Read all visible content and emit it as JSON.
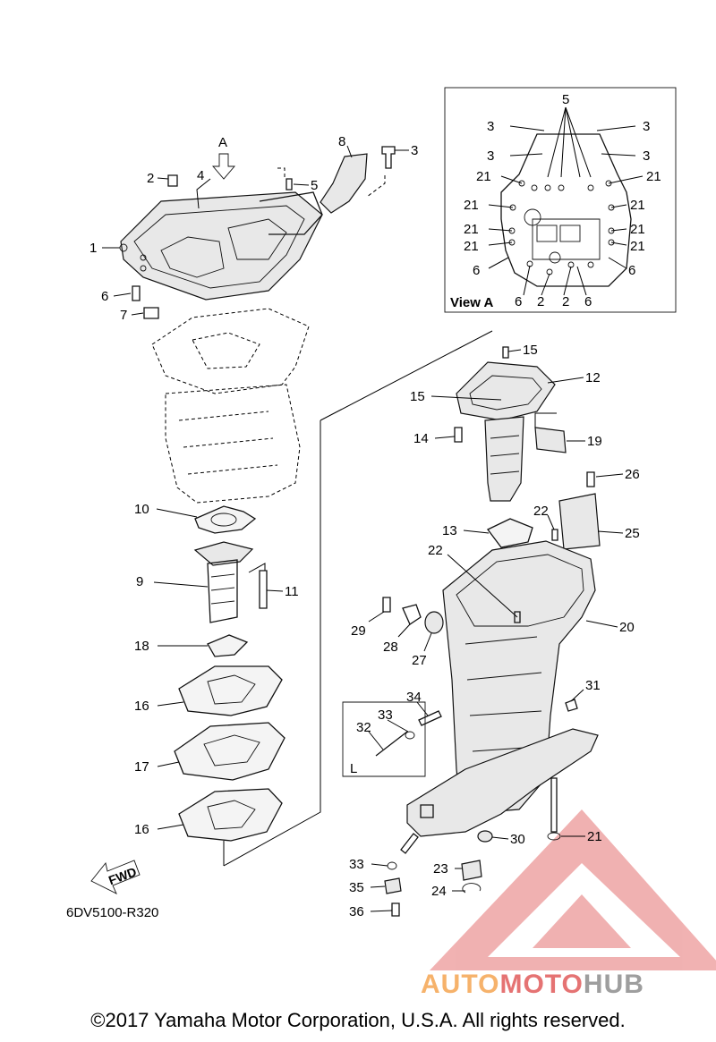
{
  "diagram": {
    "callouts": [
      "1",
      "2",
      "3",
      "4",
      "5",
      "6",
      "7",
      "8",
      "9",
      "10",
      "11",
      "12",
      "13",
      "14",
      "15",
      "16",
      "17",
      "18",
      "19",
      "20",
      "21",
      "22",
      "23",
      "24",
      "25",
      "26",
      "27",
      "28",
      "29",
      "30",
      "31",
      "32",
      "33",
      "34",
      "35",
      "36"
    ],
    "view_a_label": "View A",
    "arrow_label": "A",
    "inset_label": "L",
    "fwd_label": "FWD",
    "diagram_code": "6DV5100-R320"
  },
  "watermark": {
    "part1": "AUTO",
    "part2": "MOTO",
    "part3": "HUB",
    "colors": {
      "auto": "#f6b26b",
      "moto": "#e57373",
      "hub": "#9e9e9e"
    }
  },
  "footer": {
    "copyright": "©2017 Yamaha Motor Corporation, U.S.A. All rights reserved."
  }
}
